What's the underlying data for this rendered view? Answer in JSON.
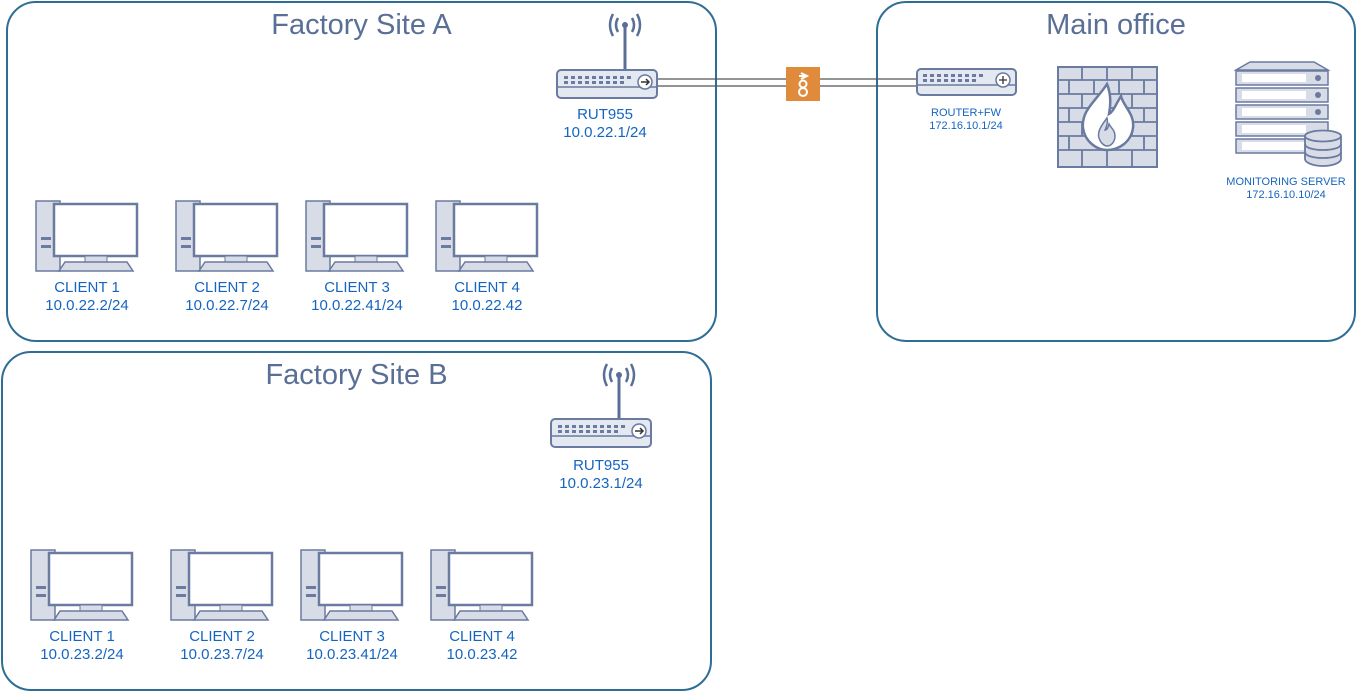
{
  "siteA": {
    "title": "Factory Site A",
    "router": {
      "name": "RUT955",
      "ip": "10.0.22.1/24"
    },
    "clients": [
      {
        "name": "CLIENT 1",
        "ip": "10.0.22.2/24"
      },
      {
        "name": "CLIENT 2",
        "ip": "10.0.22.7/24"
      },
      {
        "name": "CLIENT 3",
        "ip": "10.0.22.41/24"
      },
      {
        "name": "CLIENT 4",
        "ip": "10.0.22.42"
      }
    ]
  },
  "siteB": {
    "title": "Factory Site B",
    "router": {
      "name": "RUT955",
      "ip": "10.0.23.1/24"
    },
    "clients": [
      {
        "name": "CLIENT 1",
        "ip": "10.0.23.2/24"
      },
      {
        "name": "CLIENT 2",
        "ip": "10.0.23.7/24"
      },
      {
        "name": "CLIENT 3",
        "ip": "10.0.23.41/24"
      },
      {
        "name": "CLIENT 4",
        "ip": "10.0.23.42"
      }
    ]
  },
  "mainOffice": {
    "title": "Main office",
    "router": {
      "name": "ROUTER+FW",
      "ip": "172.16.10.1/24"
    },
    "server": {
      "name": "MONITORING SERVER",
      "ip": "172.16.10.10/24"
    }
  },
  "colors": {
    "border": "#2e6e96",
    "title": "#5a6f96",
    "label": "#1565c0",
    "vpn": "#e08a3c",
    "device": "#c8d0e0"
  },
  "icons": [
    "wifi-antenna-icon",
    "router-icon",
    "computer-icon",
    "vpn-tunnel-icon",
    "firewall-icon",
    "server-icon",
    "database-icon"
  ]
}
